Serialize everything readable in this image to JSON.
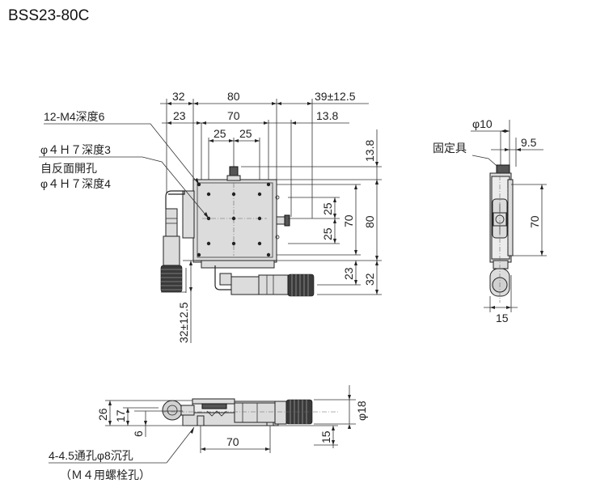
{
  "title": "BSS23-80C",
  "top_view": {
    "dims": {
      "d32_left": "32",
      "d80_top": "80",
      "d39_top": "39±12.5",
      "d23_top": "23",
      "d70_top": "70",
      "d13_8_top": "13.8",
      "d25a": "25",
      "d25b": "25",
      "d13_8_right": "13.8",
      "d25_r1": "25",
      "d25_r2": "25",
      "d70_right": "70",
      "d80_right": "80",
      "d23_right": "23",
      "d32_right": "32",
      "d32_travel": "32±12.5"
    },
    "notes": {
      "tapped_holes": "12-M4深度6",
      "pin_hole": "φ４Ｈ７深度3",
      "reverse_label": "自反面開孔",
      "reverse_hole": "φ４Ｈ７深度4"
    }
  },
  "side_view": {
    "dims": {
      "phi10": "φ10",
      "d9_5": "9.5",
      "d70": "70",
      "d15": "15"
    },
    "labels": {
      "clamp": "固定具"
    }
  },
  "front_view": {
    "dims": {
      "d26": "26",
      "d17": "17",
      "d6": "6",
      "d70": "70",
      "phi18": "φ18",
      "d15": "15"
    },
    "notes": {
      "mount_holes": "4-4.5通孔φ8沉孔",
      "mount_bolt": "（Ｍ４用螺栓孔）"
    }
  }
}
